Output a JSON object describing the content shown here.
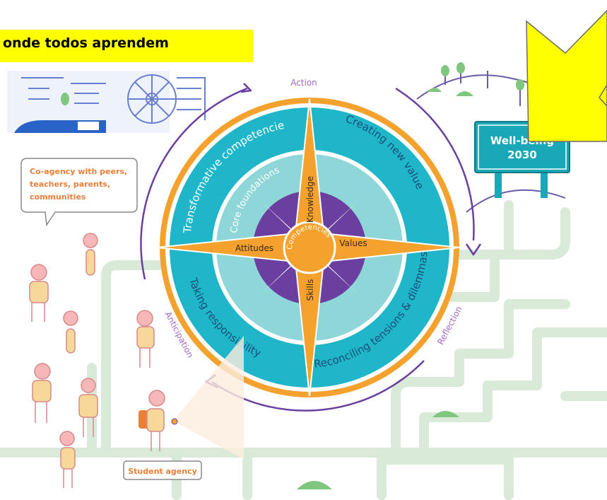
{
  "banner": {
    "title": "onde todos aprendem"
  },
  "compass": {
    "center": "Competencies",
    "points": {
      "north": "Knowledge",
      "south": "Skills",
      "west": "Attitudes",
      "east": "Values"
    },
    "inner_ring": "Core foundations",
    "outer_ring": {
      "top_left": "Transformative competencies",
      "top_right": "Creating new value",
      "bottom_left": "Taking responsibility",
      "bottom_right": "Reconciling tensions & dilemmas"
    }
  },
  "cycle": {
    "top": "Action",
    "right": "Reflection",
    "left": "Anticipation"
  },
  "sign": {
    "line1": "Well-being",
    "line2": "2030"
  },
  "callouts": {
    "co_agency": [
      "Co-agency with peers,",
      "teachers, parents,",
      "communities"
    ],
    "student_agency": "Student agency"
  },
  "colors": {
    "banner": "#ffff00",
    "orange": "#f4a22d",
    "teal": "#1fb6c9",
    "light_teal": "#8fd6d8",
    "purple": "#6b3fa0",
    "path_green": "#d9ead8",
    "sign": "#1aa7b8",
    "label_purple": "#a469c5",
    "callout_orange": "#e9803a"
  }
}
